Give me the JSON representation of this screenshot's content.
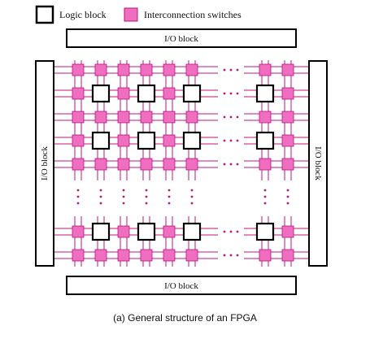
{
  "legend": {
    "logic_block_label": "Logic block",
    "switch_label": "Interconnection switches"
  },
  "io_blocks": {
    "top": "I/O block",
    "bottom": "I/O block",
    "left": "I/O block",
    "right": "I/O block"
  },
  "colors": {
    "switch_fill": "#f06ec0",
    "switch_stroke": "#b8157a",
    "wire": "#c0157e",
    "block_stroke": "#000000"
  },
  "caption": "(a) General structure of an FPGA"
}
